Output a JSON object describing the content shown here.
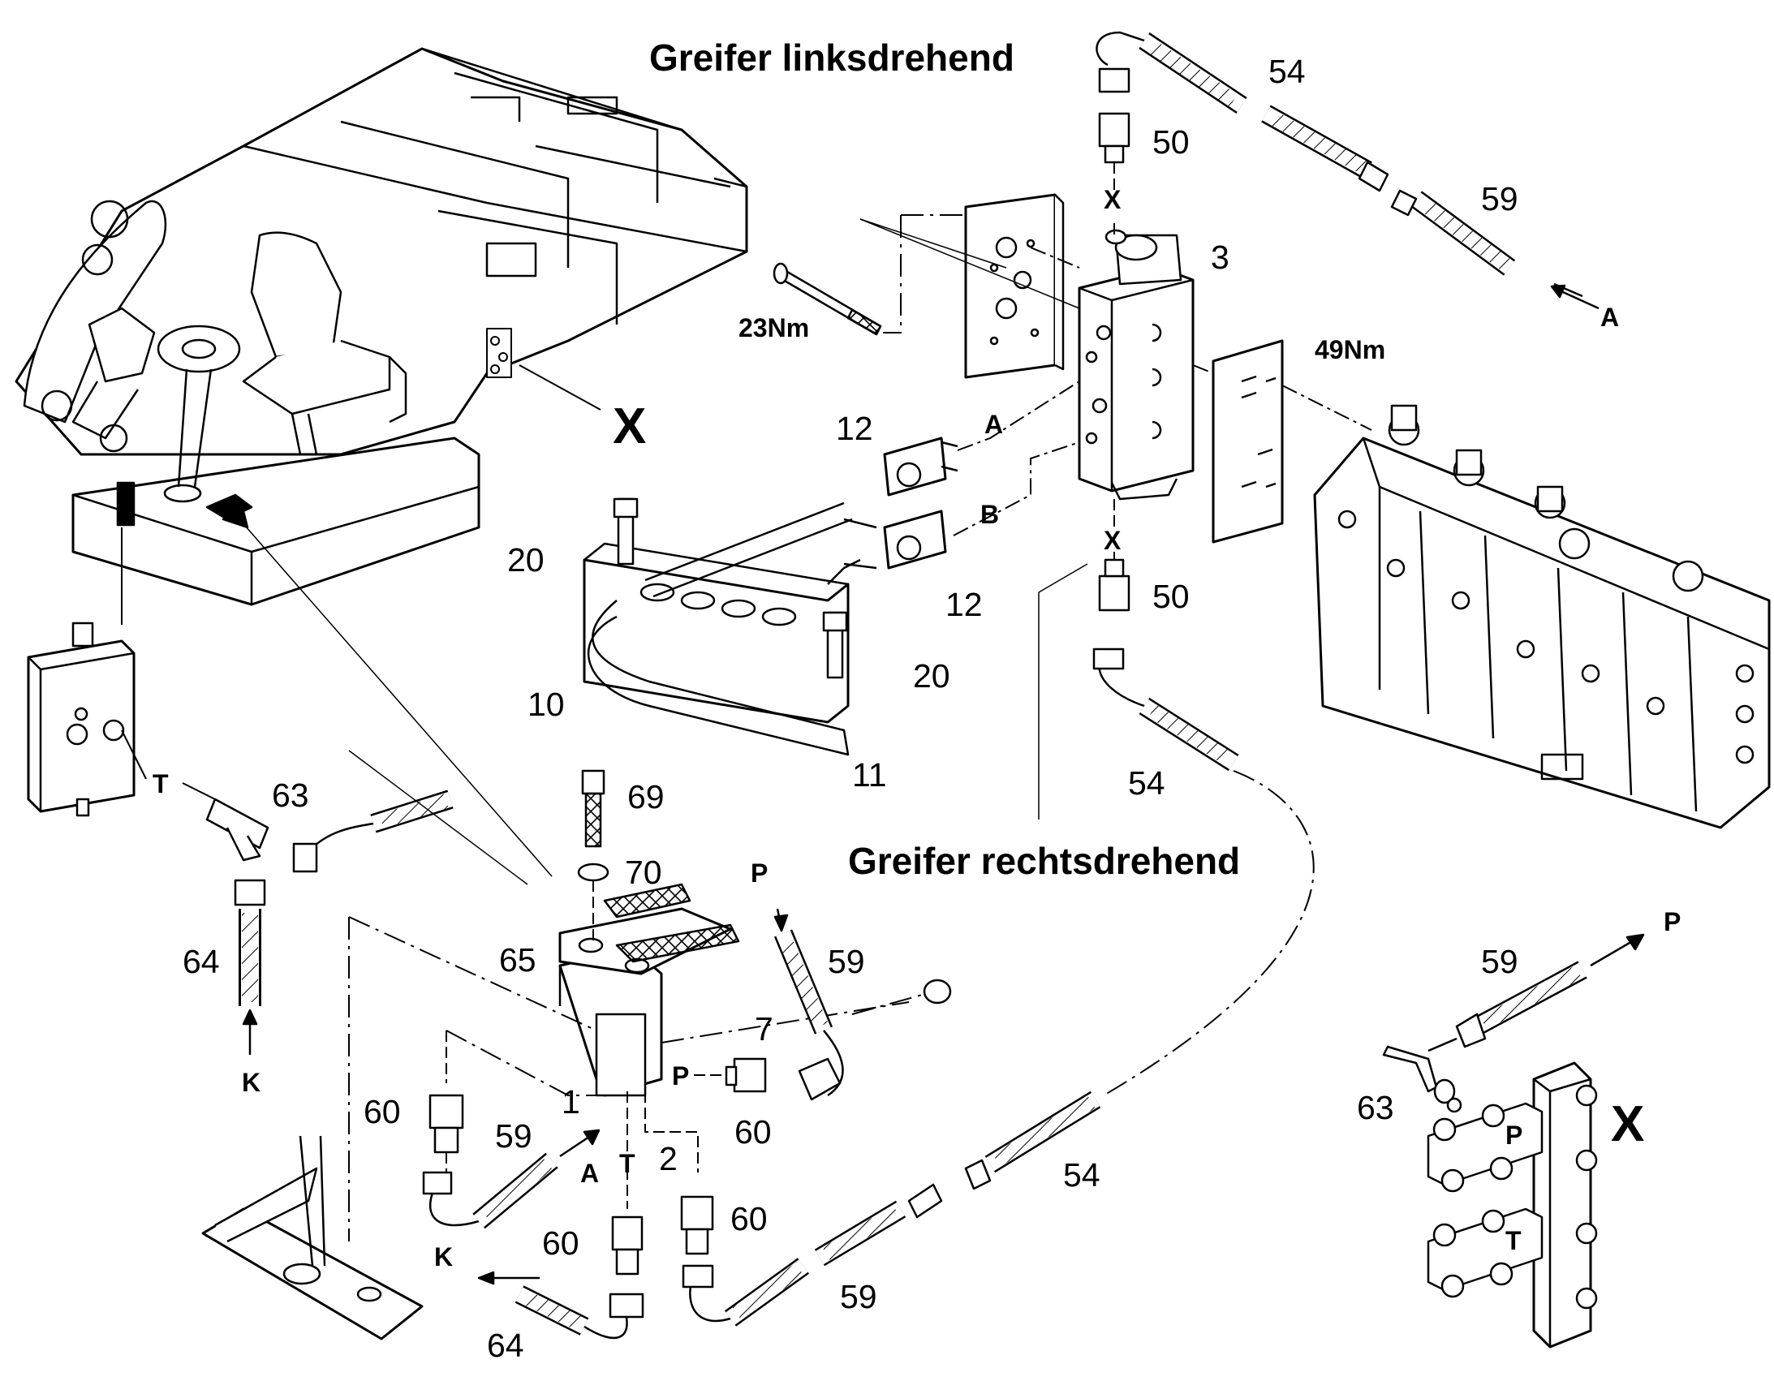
{
  "titles": {
    "left_rotating": "Greifer linksdrehend",
    "right_rotating": "Greifer rechtsdrehend"
  },
  "torques": {
    "bolt": "23Nm",
    "flange": "49Nm"
  },
  "detail_markers": {
    "cab_detail": "X",
    "manifold_detail": "X"
  },
  "port_letters": {
    "x_top": "X",
    "x_bottom": "X",
    "a_line": "A",
    "b_line": "B",
    "a_arrow_top": "A",
    "p_arrow_top": "P",
    "p_arrow_right": "P",
    "t_left": "T",
    "k_arrow_left": "K",
    "p_pedal": "P",
    "a_arrow_bottom": "A",
    "t_bottom": "T",
    "k_arrow_bottom": "K",
    "manifold_p": "P",
    "manifold_t": "T"
  },
  "part_numbers": {
    "p54_top": "54",
    "p50_top": "50",
    "p59_top": "59",
    "p3": "3",
    "p12_top": "12",
    "p12_bottom": "12",
    "p20_left": "20",
    "p20_right": "20",
    "p10": "10",
    "p11": "11",
    "p50_bottom": "50",
    "p54_mid": "54",
    "p63_left": "63",
    "p64_left": "64",
    "p69": "69",
    "p70": "70",
    "p65": "65",
    "p59_pedal": "59",
    "p7": "7",
    "p60_left": "60",
    "p1": "1",
    "p59_bottom_left": "59",
    "p60_pedal": "60",
    "p2": "2",
    "p60_bottom": "60",
    "p60_bottom_right": "60",
    "p64_bottom": "64",
    "p59_bottom": "59",
    "p54_bottom": "54",
    "p59_right": "59",
    "p63_right": "63"
  }
}
